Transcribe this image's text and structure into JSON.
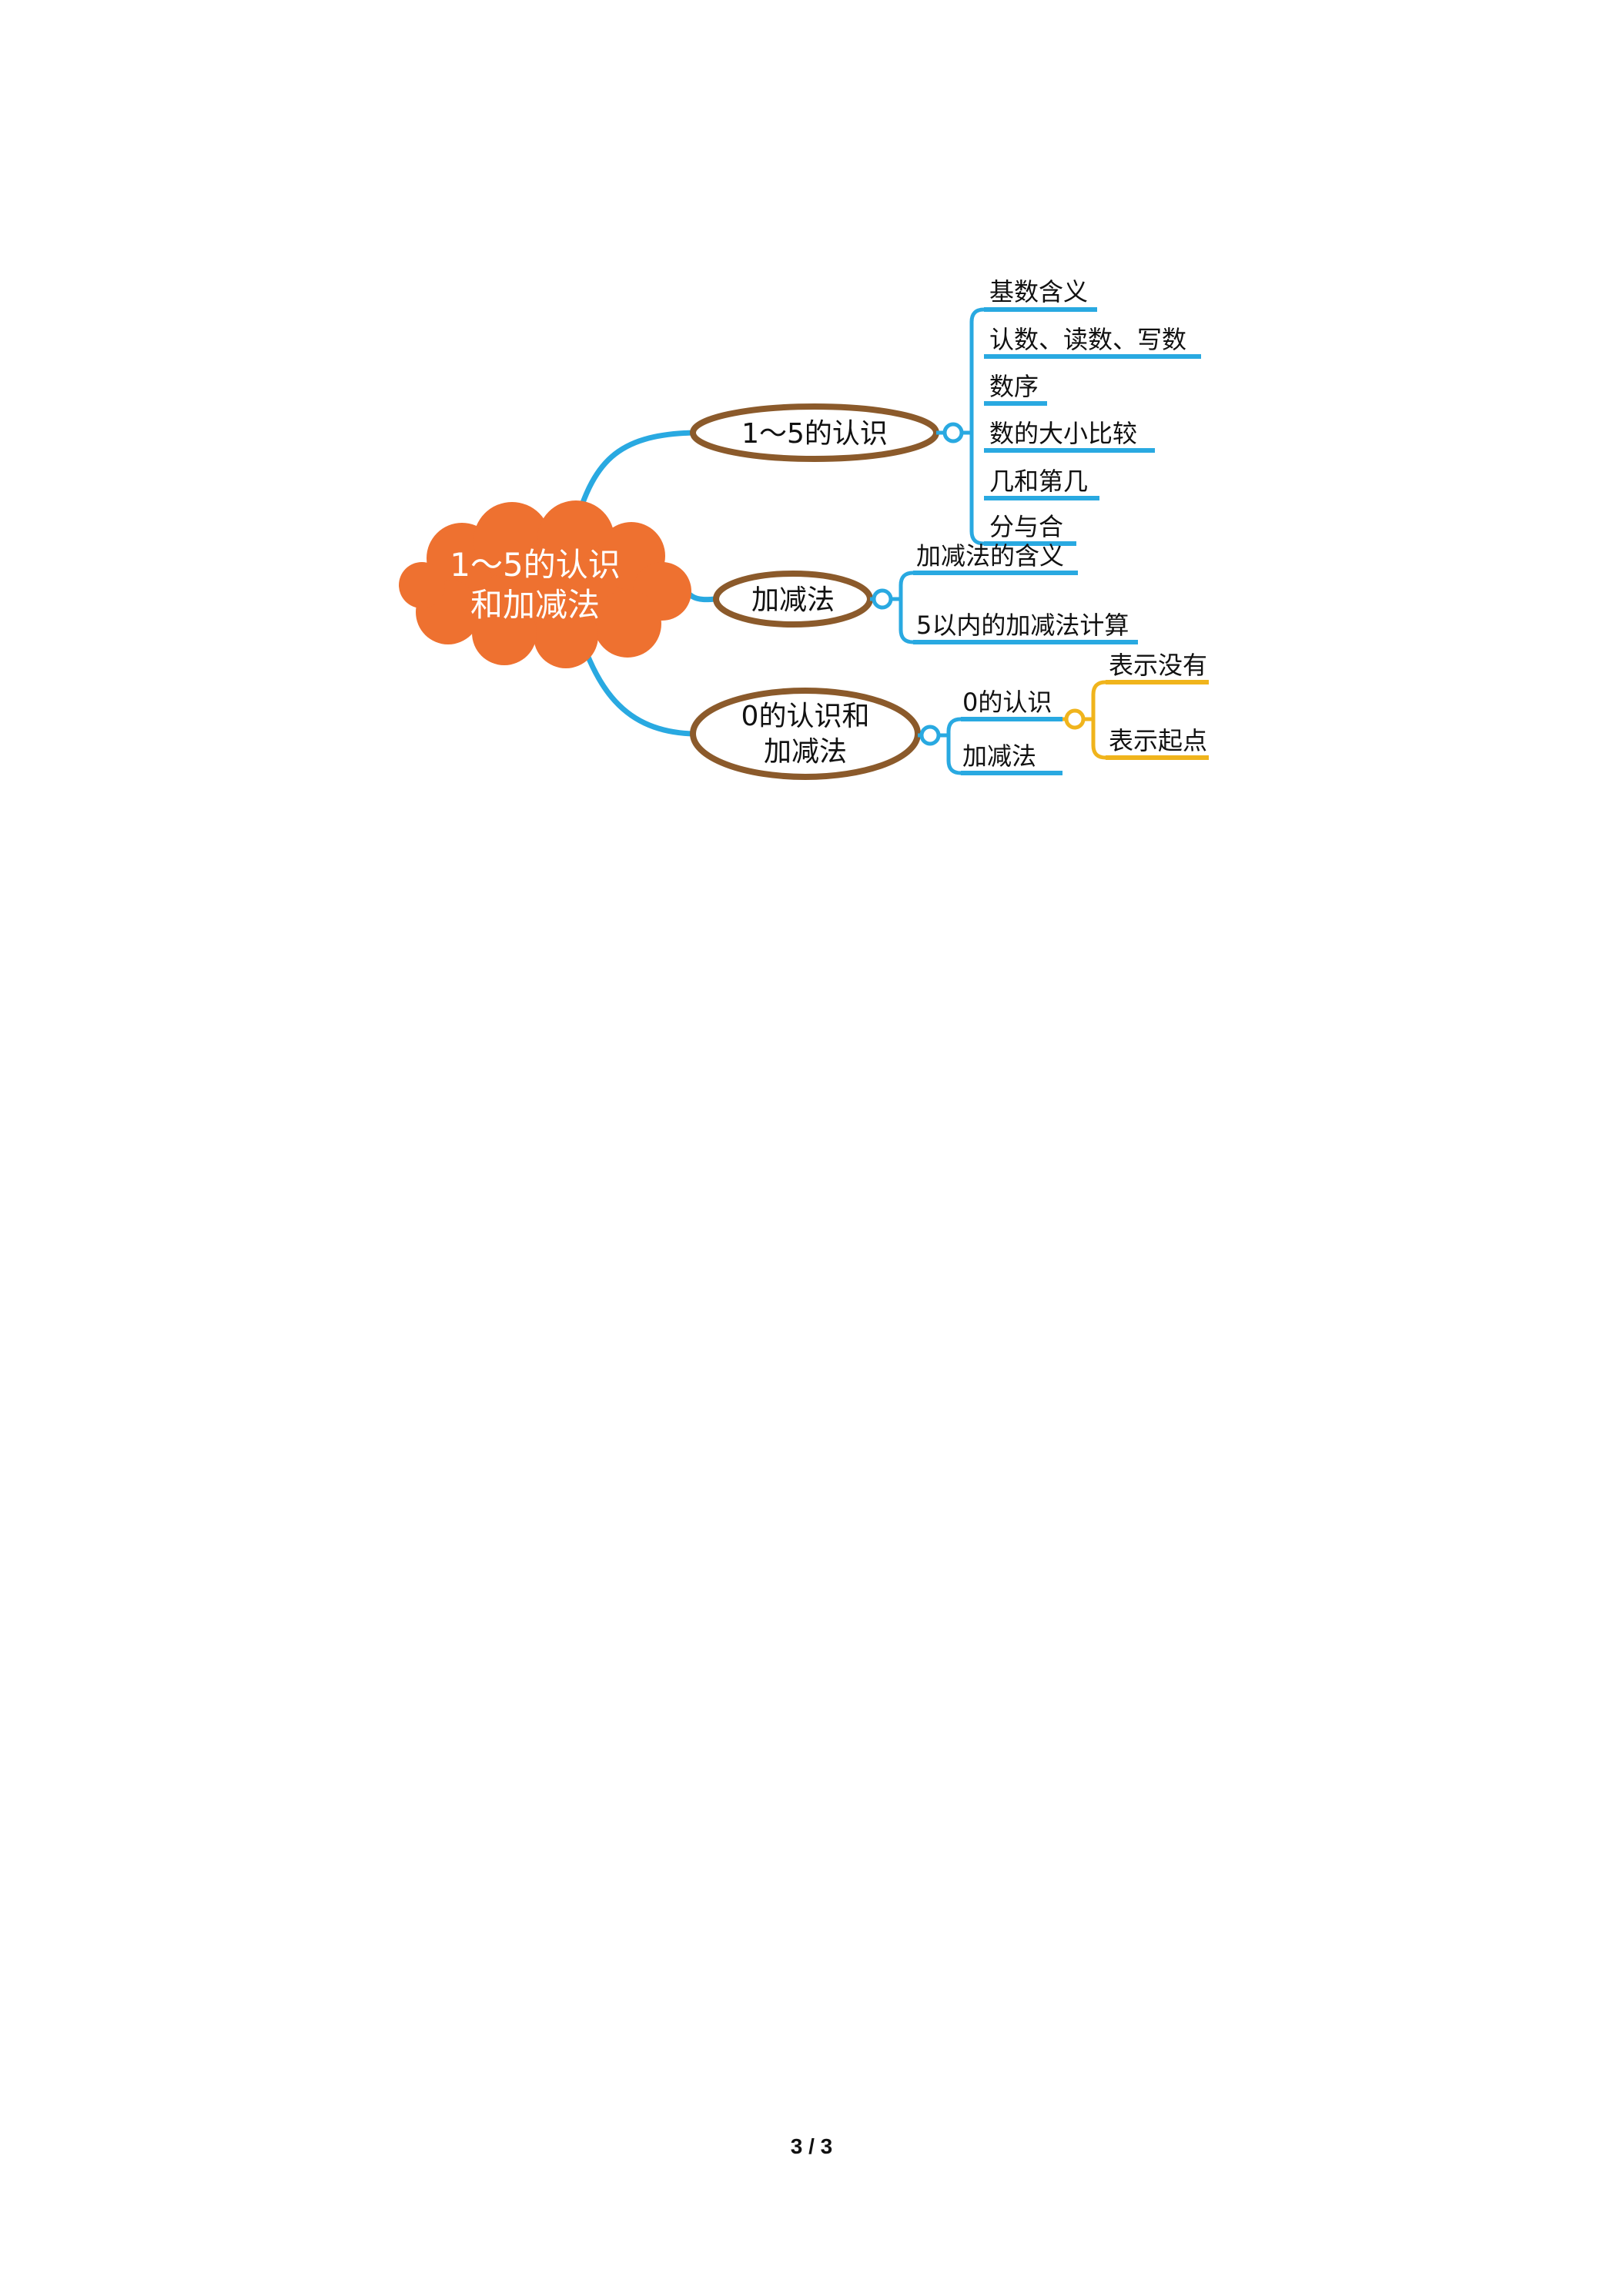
{
  "root": {
    "line1": "1～5的认识",
    "line2": "和加减法"
  },
  "branches": [
    {
      "label": "1～5的认识",
      "children": [
        "基数含义",
        "认数、读数、写数",
        "数序",
        "数的大小比较",
        "几和第几",
        "分与合"
      ]
    },
    {
      "label": "加减法",
      "children": [
        "加减法的含义",
        "5以内的加减法计算"
      ]
    },
    {
      "label_line1": "0的认识和",
      "label_line2": "加减法",
      "children": [
        {
          "label": "0的认识",
          "children": [
            "表示没有",
            "表示起点"
          ]
        },
        {
          "label": "加减法"
        }
      ]
    }
  ],
  "page_number": "3 / 3",
  "colors": {
    "root_fill": "#ee7130",
    "branch_border": "#8b5a2b",
    "connector_blue": "#29a9e1",
    "connector_yellow": "#f0b41c"
  }
}
